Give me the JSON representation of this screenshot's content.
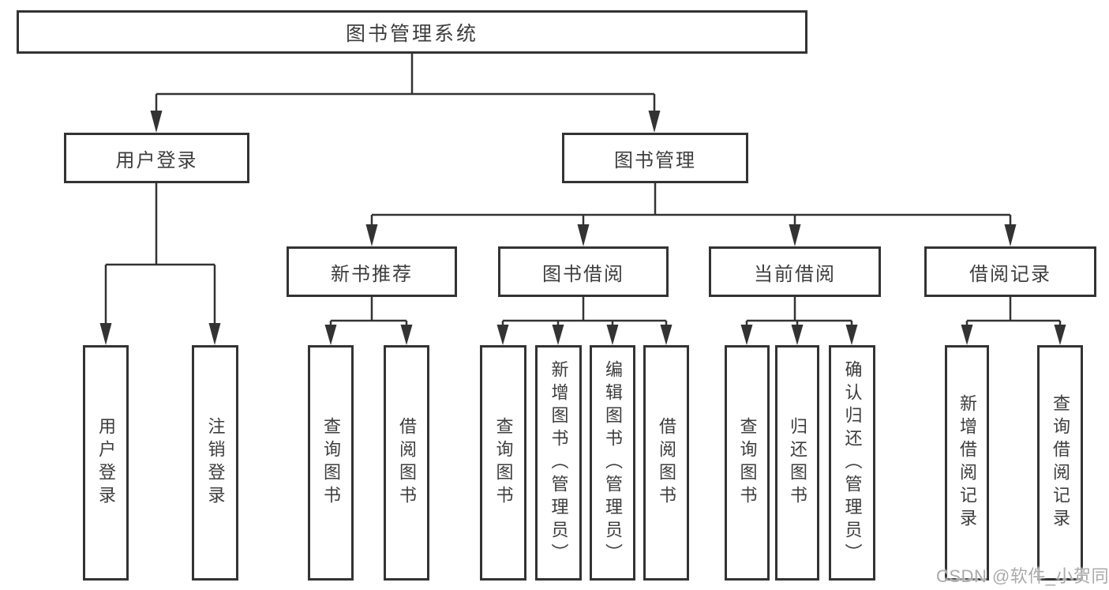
{
  "tree": {
    "root": "图书管理系统",
    "user_login": {
      "label": "用户登录",
      "children": {
        "login": "用户登录",
        "logout": "注销登录"
      }
    },
    "book_management": {
      "label": "图书管理",
      "sections": {
        "new_books": {
          "label": "新书推荐",
          "children": {
            "query": "查询图书",
            "borrow": "借阅图书"
          }
        },
        "book_borrow": {
          "label": "图书借阅",
          "children": {
            "query": "查询图书",
            "add": "新增图书（管理员）",
            "edit": "编辑图书（管理员）",
            "borrow": "借阅图书"
          }
        },
        "current_borrow": {
          "label": "当前借阅",
          "children": {
            "query": "查询图书",
            "return": "归还图书",
            "confirm": "确认归还（管理员）"
          }
        },
        "borrow_records": {
          "label": "借阅记录",
          "children": {
            "add": "新增借阅记录",
            "query": "查询借阅记录"
          }
        }
      }
    }
  },
  "watermark": "CSDN @软件_小贺同学",
  "colors": {
    "line": "#333333",
    "box_fill": "#ffffff",
    "text": "#3d3d3d",
    "watermark": "#aaaaaa",
    "background": "#ffffff"
  }
}
